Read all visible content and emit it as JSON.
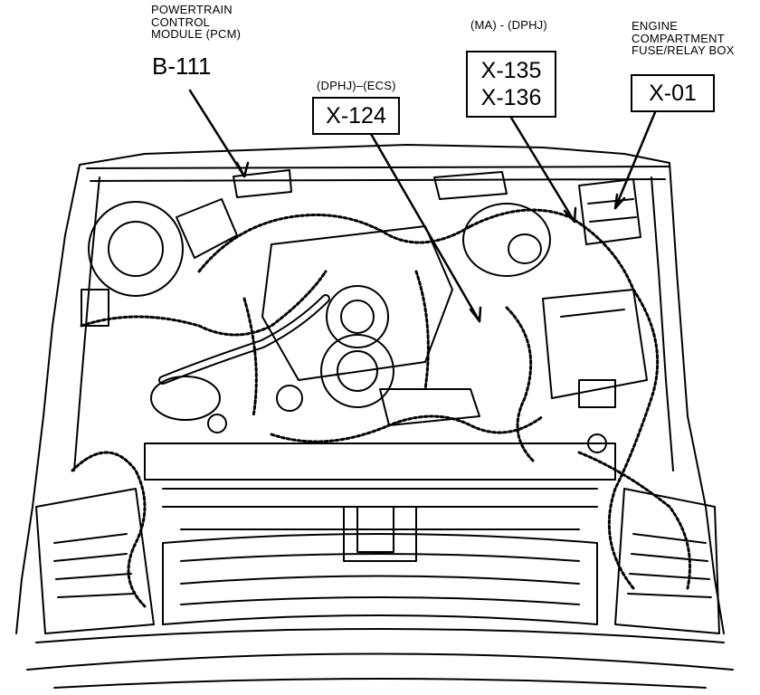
{
  "callouts": {
    "pcm": {
      "lines": [
        "POWERTRAIN",
        "CONTROL",
        "MODULE (PCM)"
      ],
      "code": "B-111"
    },
    "x124": {
      "caption": "(DPHJ)–(ECS)",
      "codes": [
        "X-124"
      ]
    },
    "x135": {
      "caption": "(MA) - (DPHJ)",
      "codes": [
        "X-135",
        "X-136"
      ]
    },
    "x01": {
      "lines": [
        "ENGINE",
        "COMPARTMENT",
        "FUSE/RELAY BOX"
      ],
      "codes": [
        "X-01"
      ]
    }
  },
  "colors": {
    "ink": "#000000",
    "paper": "#ffffff"
  }
}
